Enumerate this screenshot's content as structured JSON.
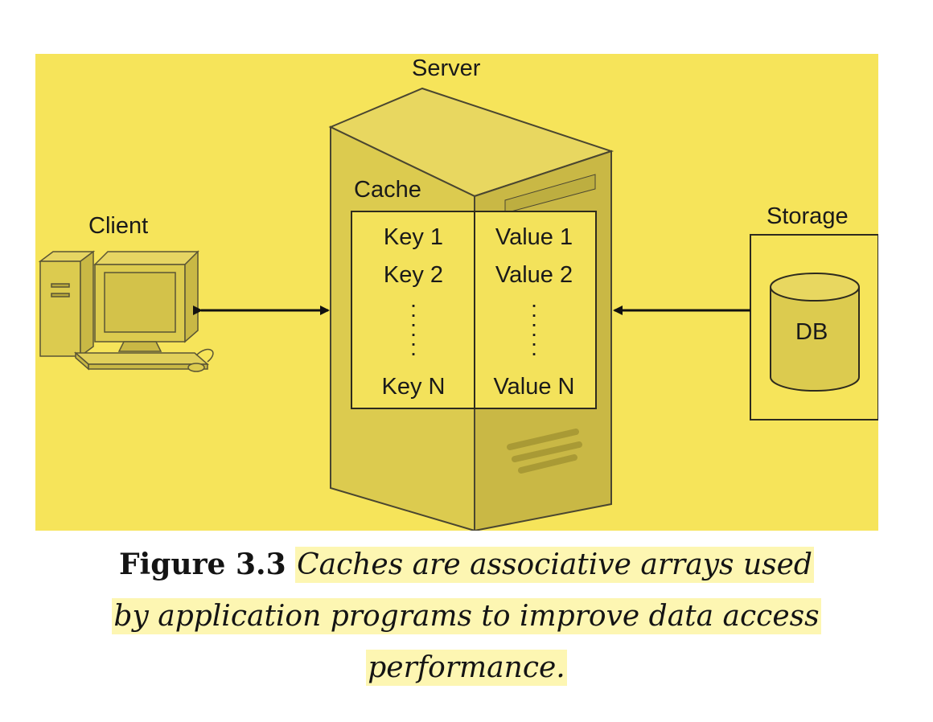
{
  "diagram": {
    "labels": {
      "server": "Server",
      "client": "Client",
      "cache": "Cache",
      "storage": "Storage",
      "db": "DB"
    },
    "cache_table": {
      "keys": [
        "Key 1",
        "Key 2",
        "Key N"
      ],
      "values": [
        "Value 1",
        "Value 2",
        "Value N"
      ],
      "ellipsis": ":"
    },
    "colors": {
      "background": "#f6e45a",
      "device_fill": "#dccb4f",
      "outline": "#4a4630",
      "arrow": "#111111"
    }
  },
  "caption": {
    "label": "Figure 3.3",
    "line1": "Caches are associative arrays used",
    "line2": "by application programs to improve data access",
    "line3": "performance."
  }
}
